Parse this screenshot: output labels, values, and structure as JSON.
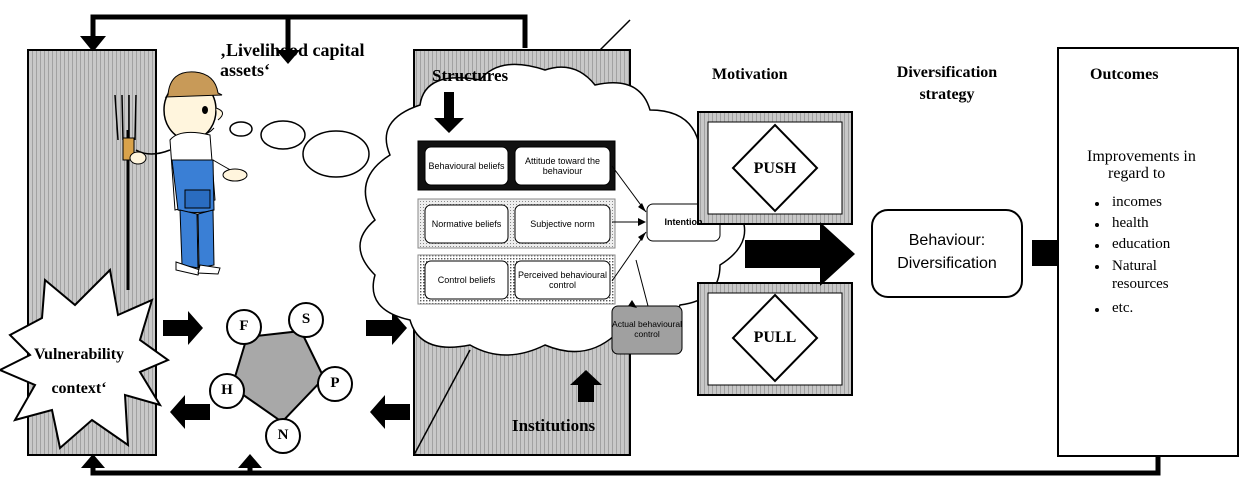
{
  "farmer_thought": "‚Livelihood capital assets‘",
  "vulnerability": {
    "line1": "Vulnerability",
    "line2": "context‘"
  },
  "assets": {
    "f": "F",
    "s": "S",
    "p": "P",
    "n": "N",
    "h": "H"
  },
  "structures_label": "Structures",
  "institutions_label": "Institutions",
  "tpb": {
    "behavioural_beliefs": "Behavioural beliefs",
    "attitude": "Attitude toward the behaviour",
    "normative_beliefs": "Normative beliefs",
    "subjective_norm": "Subjective norm",
    "control_beliefs": "Control beliefs",
    "perceived_control": "Perceived behavioural control",
    "intention": "Intention",
    "actual_control": "Actual behavioural control"
  },
  "motivation": {
    "title": "Motivation",
    "push": "PUSH",
    "pull": "PULL"
  },
  "strategy": {
    "title_line1": "Diversification",
    "title_line2": "strategy",
    "box_line1": "Behaviour:",
    "box_line2": "Diversification"
  },
  "outcomes": {
    "title": "Outcomes",
    "intro_line1": "Improvements in",
    "intro_line2": "regard to",
    "items": [
      "incomes",
      "health",
      "education",
      "Natural resources",
      "etc."
    ]
  }
}
